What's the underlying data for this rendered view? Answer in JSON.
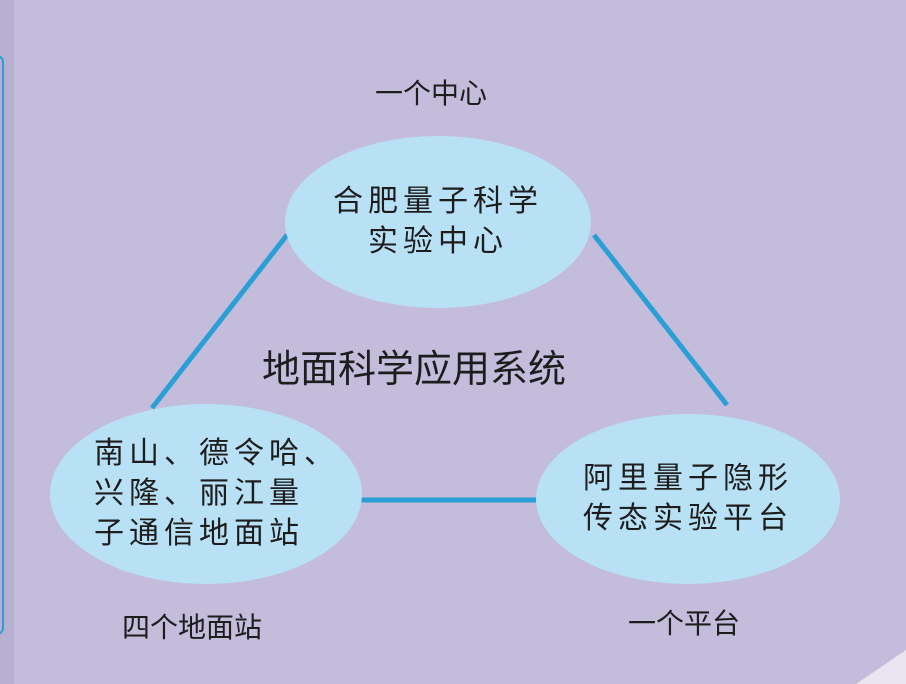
{
  "diagram": {
    "title": "地面科学应用系统",
    "nodes": [
      {
        "id": "center",
        "category": "一个中心",
        "lines": [
          "合肥量子科学",
          "实验中心"
        ]
      },
      {
        "id": "ground_stations",
        "category": "四个地面站",
        "lines": [
          "南山、德令哈、",
          "兴隆、丽江量",
          "子通信地面站"
        ]
      },
      {
        "id": "platform",
        "category": "一个平台",
        "lines": [
          "阿里量子隐形",
          "传态实验平台"
        ]
      }
    ],
    "links": [
      {
        "from": "center",
        "to": "ground_stations"
      },
      {
        "from": "center",
        "to": "platform"
      },
      {
        "from": "ground_stations",
        "to": "platform"
      }
    ]
  },
  "colors": {
    "background": "#c4bcdb",
    "node_fill": "#b9e1f5",
    "link": "#2a9fd6",
    "text": "#1d1d1d"
  }
}
